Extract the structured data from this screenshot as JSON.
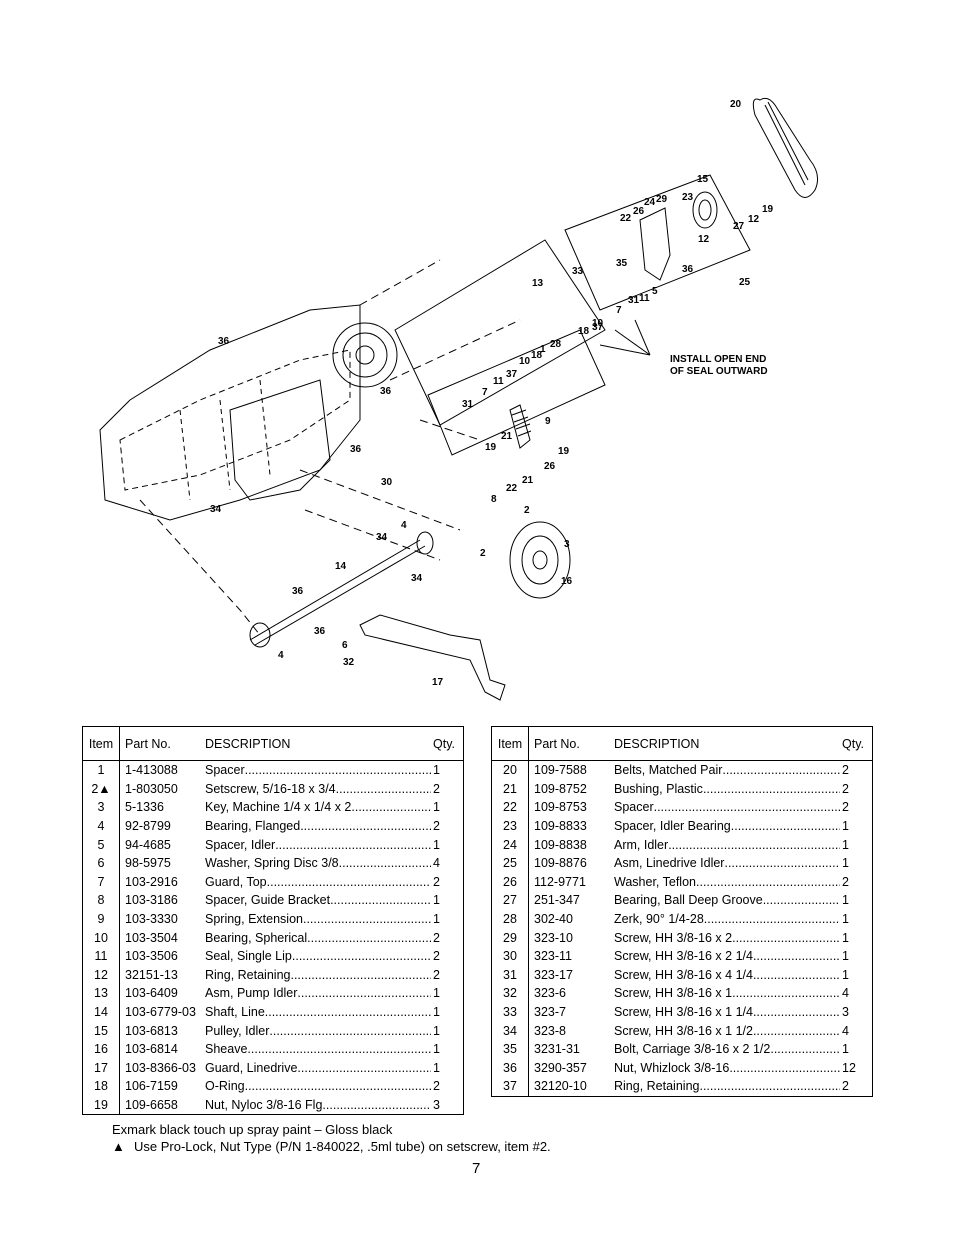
{
  "diagram": {
    "callout_numbers": [
      "20",
      "15",
      "24",
      "29",
      "23",
      "19",
      "26",
      "22",
      "27",
      "12",
      "12",
      "33",
      "35",
      "36",
      "25",
      "13",
      "31",
      "11",
      "7",
      "5",
      "37",
      "10",
      "18",
      "28",
      "1",
      "18",
      "10",
      "37",
      "11",
      "7",
      "31",
      "36",
      "36",
      "36",
      "30",
      "9",
      "19",
      "21",
      "26",
      "19",
      "21",
      "22",
      "8",
      "34",
      "4",
      "34",
      "34",
      "14",
      "2",
      "3",
      "2",
      "16",
      "36",
      "36",
      "4",
      "6",
      "32",
      "17"
    ],
    "install_note_line1": "INSTALL OPEN END",
    "install_note_line2": "OF SEAL OUTWARD"
  },
  "table_headers": {
    "item": "Item",
    "part_no": "Part No.",
    "description": "DESCRIPTION",
    "qty": "Qty."
  },
  "left_table": [
    {
      "item": "1",
      "part": "1-413088",
      "desc": "Spacer",
      "qty": "1"
    },
    {
      "item": "2▲",
      "part": "1-803050",
      "desc": "Setscrew, 5/16-18 x 3/4",
      "qty": "2"
    },
    {
      "item": "3",
      "part": "5-1336",
      "desc": "Key, Machine 1/4 x 1/4 x 2",
      "qty": "1"
    },
    {
      "item": "4",
      "part": "92-8799",
      "desc": "Bearing, Flanged",
      "qty": "2"
    },
    {
      "item": "5",
      "part": "94-4685",
      "desc": "Spacer, Idler",
      "qty": "1"
    },
    {
      "item": "6",
      "part": "98-5975",
      "desc": "Washer, Spring Disc 3/8",
      "qty": "4"
    },
    {
      "item": "7",
      "part": "103-2916",
      "desc": "Guard, Top",
      "qty": "2"
    },
    {
      "item": "8",
      "part": "103-3186",
      "desc": "Spacer, Guide Bracket",
      "qty": "1"
    },
    {
      "item": "9",
      "part": "103-3330",
      "desc": "Spring, Extension",
      "qty": "1"
    },
    {
      "item": "10",
      "part": "103-3504",
      "desc": "Bearing, Spherical",
      "qty": "2"
    },
    {
      "item": "11",
      "part": "103-3506",
      "desc": "Seal, Single Lip",
      "qty": "2"
    },
    {
      "item": "12",
      "part": "32151-13",
      "desc": "Ring, Retaining",
      "qty": "2"
    },
    {
      "item": "13",
      "part": "103-6409",
      "desc": "Asm, Pump Idler",
      "qty": "1"
    },
    {
      "item": "14",
      "part": "103-6779-03",
      "desc": "Shaft, Line",
      "qty": "1"
    },
    {
      "item": "15",
      "part": "103-6813",
      "desc": "Pulley, Idler",
      "qty": "1"
    },
    {
      "item": "16",
      "part": "103-6814",
      "desc": "Sheave",
      "qty": "1"
    },
    {
      "item": "17",
      "part": "103-8366-03",
      "desc": "Guard, Linedrive",
      "qty": "1"
    },
    {
      "item": "18",
      "part": "106-7159",
      "desc": "O-Ring",
      "qty": "2"
    },
    {
      "item": "19",
      "part": "109-6658",
      "desc": "Nut, Nyloc 3/8-16 Flg",
      "qty": "3"
    }
  ],
  "right_table": [
    {
      "item": "20",
      "part": "109-7588",
      "desc": "Belts, Matched Pair",
      "qty": "2"
    },
    {
      "item": "21",
      "part": "109-8752",
      "desc": "Bushing, Plastic",
      "qty": "2"
    },
    {
      "item": "22",
      "part": "109-8753",
      "desc": "Spacer",
      "qty": "2"
    },
    {
      "item": "23",
      "part": "109-8833",
      "desc": "Spacer, Idler Bearing",
      "qty": "1"
    },
    {
      "item": "24",
      "part": "109-8838",
      "desc": "Arm, Idler",
      "qty": "1"
    },
    {
      "item": "25",
      "part": "109-8876",
      "desc": "Asm, Linedrive Idler",
      "qty": "1"
    },
    {
      "item": "26",
      "part": "112-9771",
      "desc": "Washer, Teflon",
      "qty": "2"
    },
    {
      "item": "27",
      "part": "251-347",
      "desc": "Bearing, Ball Deep Groove",
      "qty": "1"
    },
    {
      "item": "28",
      "part": "302-40",
      "desc": "Zerk, 90° 1/4-28",
      "qty": "1"
    },
    {
      "item": "29",
      "part": "323-10",
      "desc": "Screw, HH 3/8-16 x 2",
      "qty": "1"
    },
    {
      "item": "30",
      "part": "323-11",
      "desc": "Screw, HH 3/8-16 x 2 1/4",
      "qty": "1"
    },
    {
      "item": "31",
      "part": "323-17",
      "desc": "Screw, HH 3/8-16 x 4 1/4",
      "qty": "1"
    },
    {
      "item": "32",
      "part": "323-6",
      "desc": "Screw, HH 3/8-16 x 1",
      "qty": "4"
    },
    {
      "item": "33",
      "part": "323-7",
      "desc": "Screw, HH 3/8-16 x 1 1/4",
      "qty": "3"
    },
    {
      "item": "34",
      "part": "323-8",
      "desc": "Screw, HH 3/8-16 x 1 1/2",
      "qty": "4"
    },
    {
      "item": "35",
      "part": "3231-31",
      "desc": "Bolt, Carriage 3/8-16 x 2 1/2",
      "qty": "1"
    },
    {
      "item": "36",
      "part": "3290-357",
      "desc": "Nut, Whizlock 3/8-16",
      "qty": "12"
    },
    {
      "item": "37",
      "part": "32120-10",
      "desc": "Ring, Retaining",
      "qty": "2"
    }
  ],
  "notes": {
    "paint": "Exmark black touch up spray paint – Gloss black",
    "prolock_symbol": "▲",
    "prolock": "Use Pro-Lock, Nut Type (P/N 1-840022, .5ml tube) on setscrew, item #2."
  },
  "page_number": "7"
}
